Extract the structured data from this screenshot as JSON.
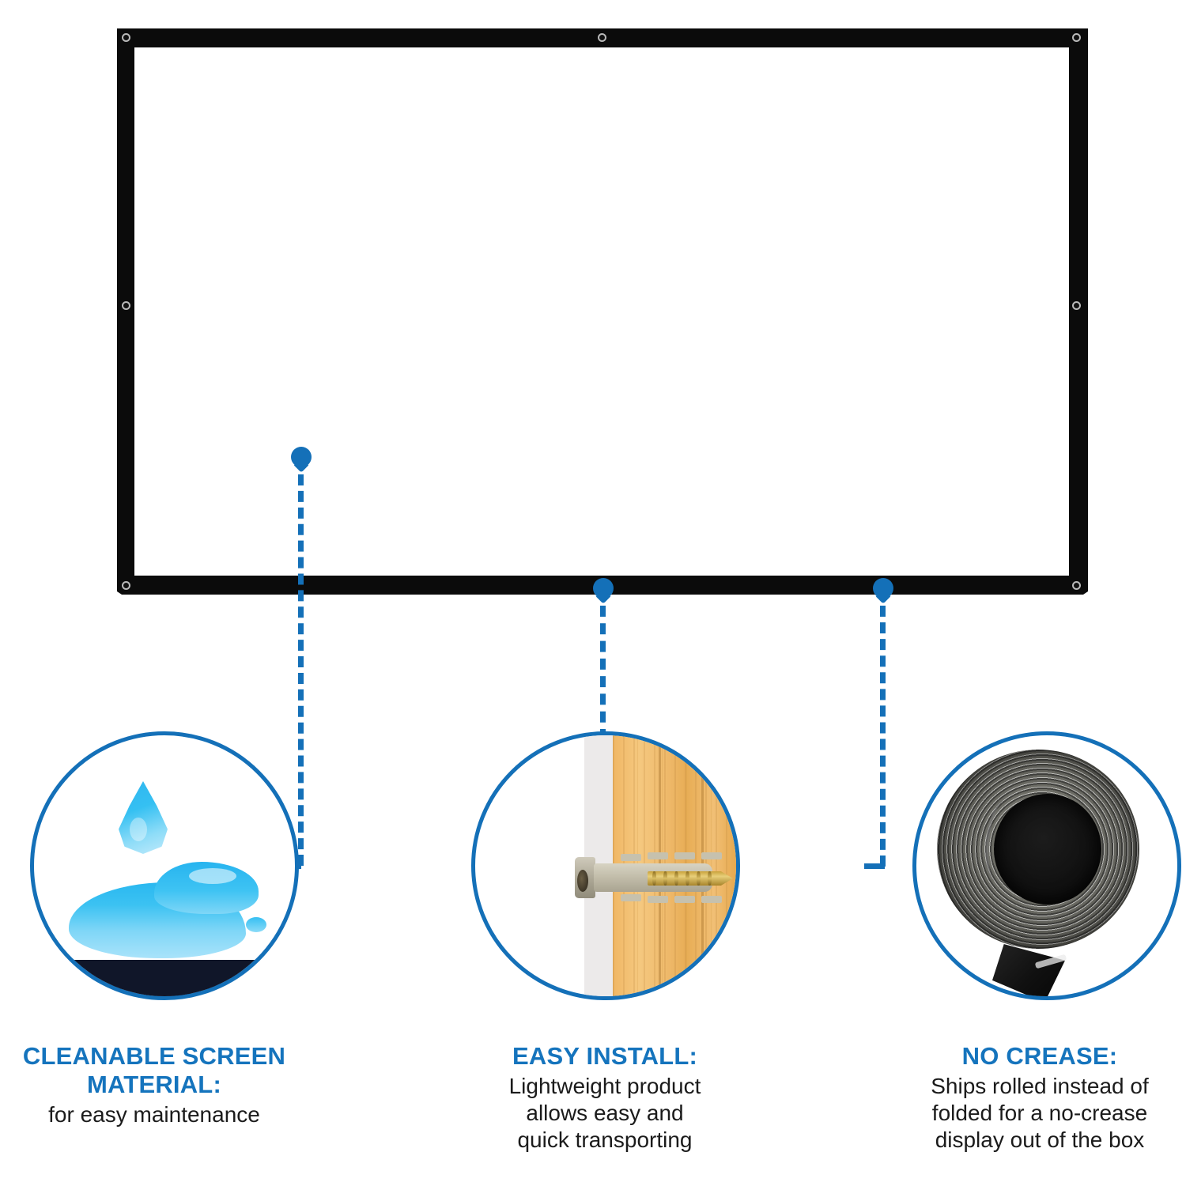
{
  "product": {
    "type": "portable-projector-screen-infographic",
    "accent_color": "#1470b8",
    "title_color": "#1574bd",
    "body_text_color": "#1b1b1b",
    "frame_color": "#0b0b0b",
    "screen_surface_color": "#ffffff"
  },
  "screen": {
    "label": "projector-screen",
    "frame_label": "black-border-frame",
    "surface_label": "white-screen-surface",
    "grommet_label": "grommet"
  },
  "features": [
    {
      "id": "cleanable",
      "icon": "water-drop-splash-icon",
      "title": "CLEANABLE SCREEN",
      "title_line2": "MATERIAL:",
      "body": [
        "for easy maintenance"
      ]
    },
    {
      "id": "easy-install",
      "icon": "wall-anchor-screw-icon",
      "title": "EASY INSTALL:",
      "title_line2": "",
      "body": [
        "Lightweight product",
        "allows easy and",
        "quick transporting"
      ]
    },
    {
      "id": "no-crease",
      "icon": "rolled-screen-icon",
      "title": "NO CREASE:",
      "title_line2": "",
      "body": [
        "Ships rolled instead of",
        "folded for a no-crease",
        "display out of the box"
      ]
    }
  ]
}
